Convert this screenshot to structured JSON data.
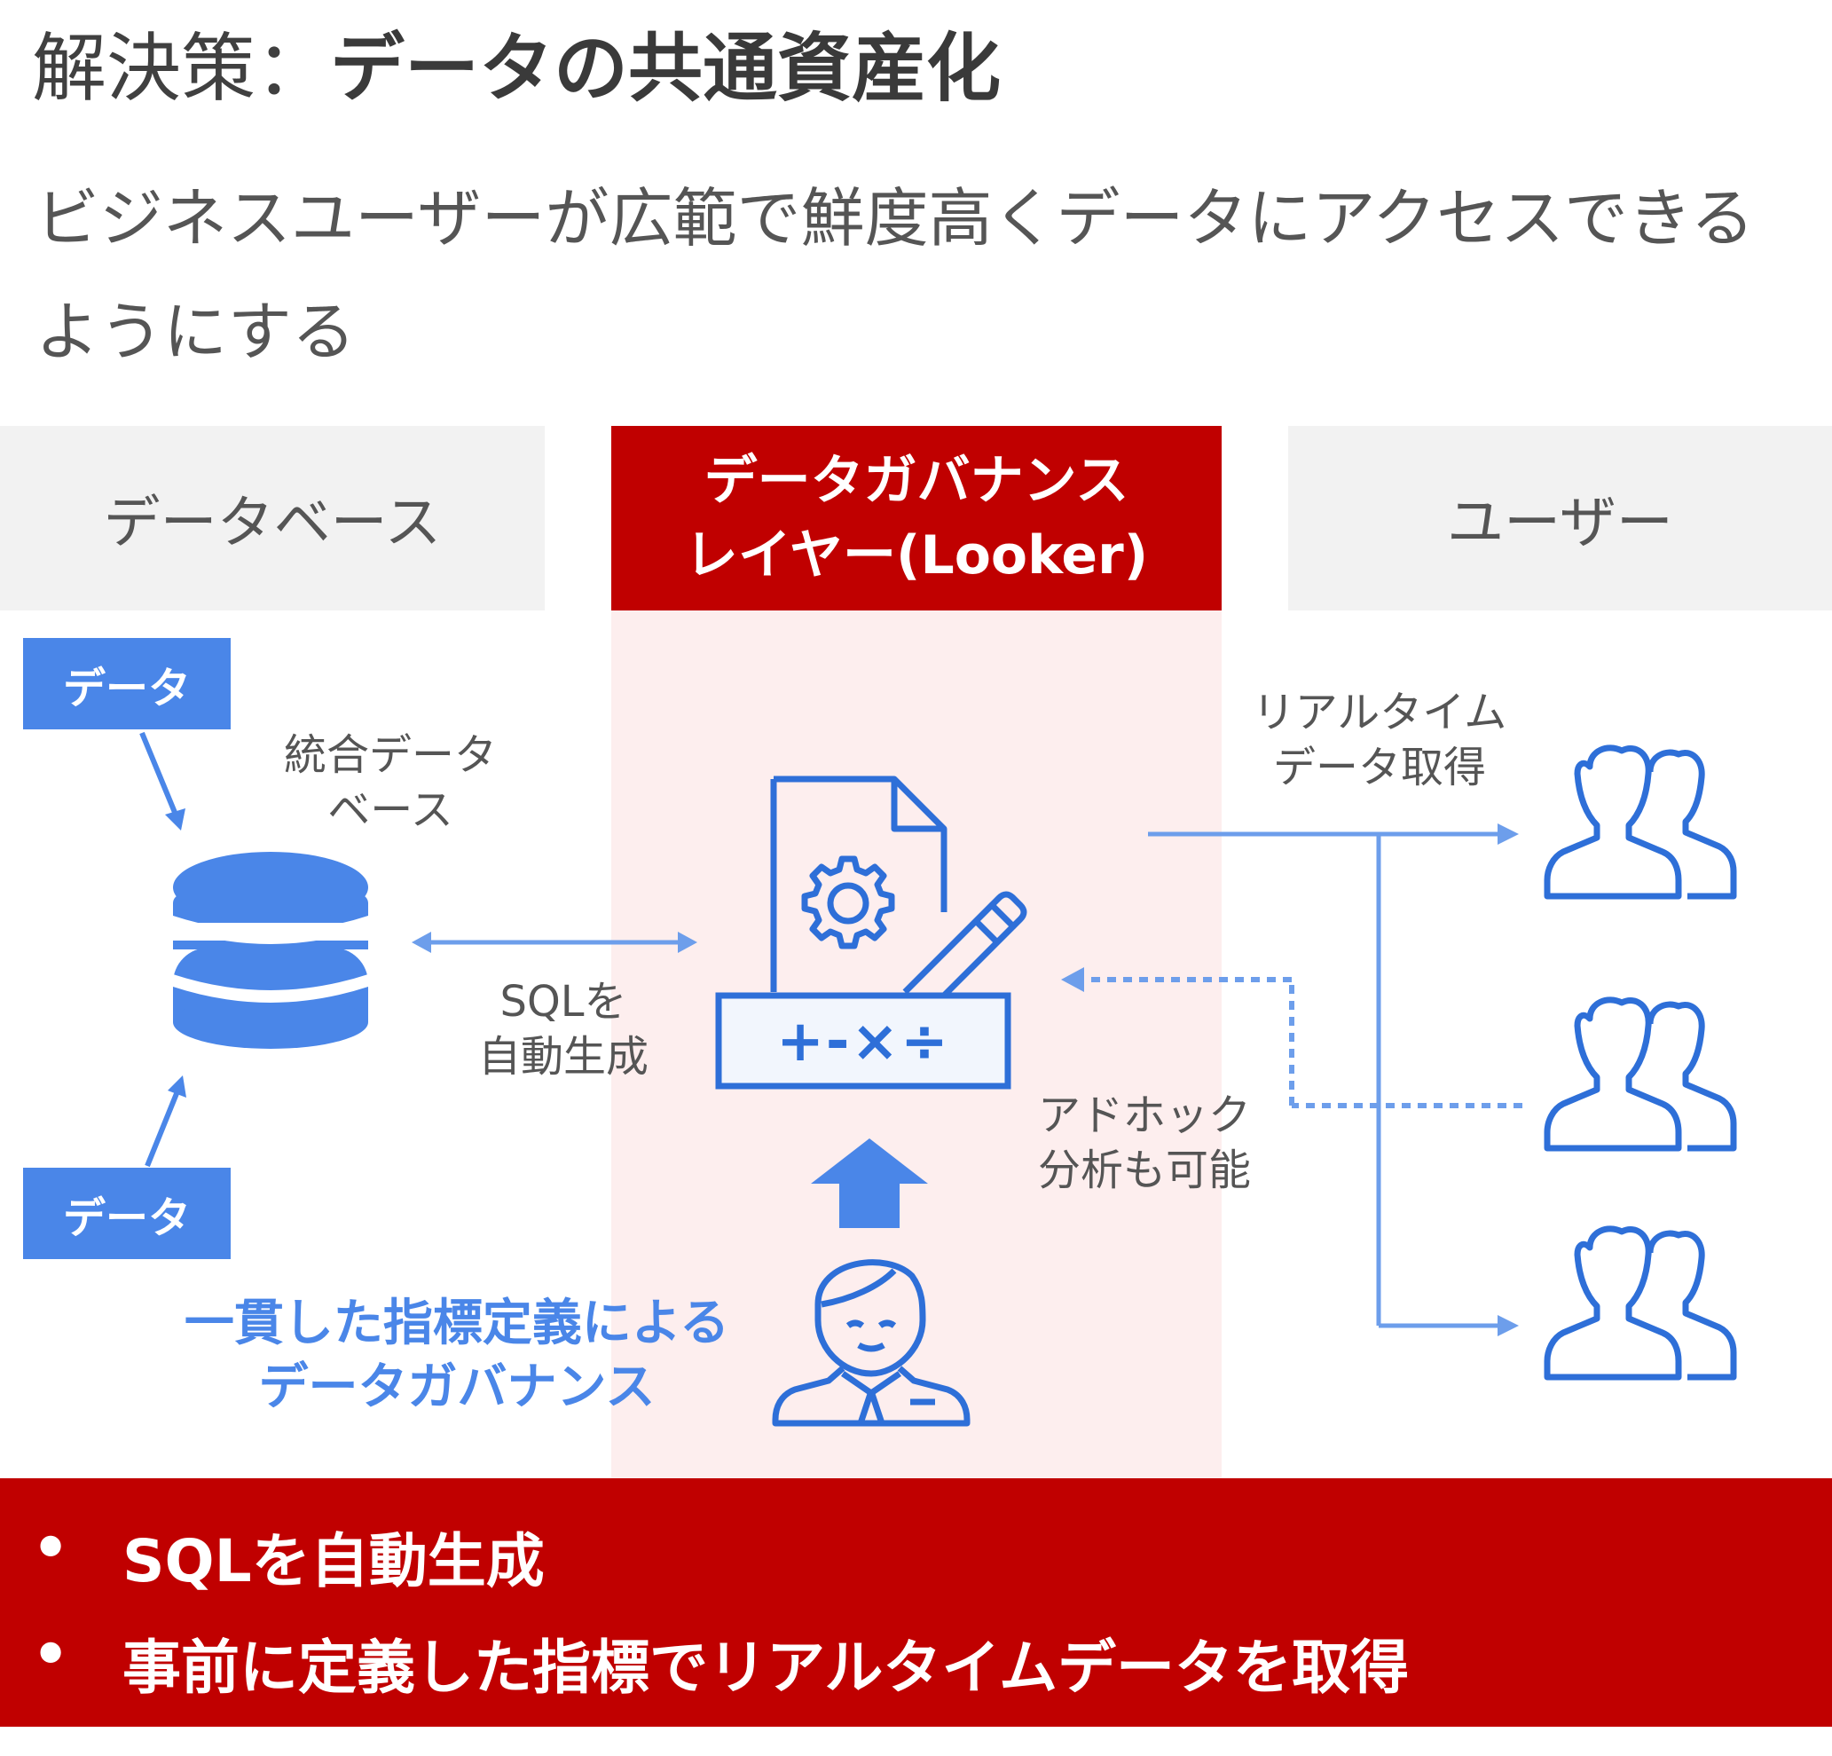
{
  "title": {
    "prefix": "解決策：",
    "emphasis": "データの共通資産化"
  },
  "subtitle": "ビジネスユーザーが広範で鮮度高くデータにアクセスできるようにする",
  "columns": {
    "database": "データベース",
    "governance_line1": "データガバナンス",
    "governance_line2": "レイヤー(Looker)",
    "users": "ユーザー"
  },
  "data_boxes": [
    "データ",
    "データ"
  ],
  "labels": {
    "integrated_db_line1": "統合データ",
    "integrated_db_line2": "ベース",
    "sql_line1": "SQLを",
    "sql_line2": "自動生成",
    "realtime_line1": "リアルタイム",
    "realtime_line2": "データ取得",
    "adhoc_line1": "アドホック",
    "adhoc_line2": "分析も可能",
    "governance_line1": "一貫した指標定義による",
    "governance_line2": "データガバナンス",
    "calc_symbols": "+-×÷"
  },
  "bullets": [
    "SQLを自動生成",
    "事前に定義した指標でリアルタイムデータを取得"
  ],
  "colors": {
    "accent_red": "#c00000",
    "accent_blue": "#4a86e8",
    "icon_blue": "#2e6fd8",
    "band_pink": "#fdeeee",
    "header_gray": "#f2f2f2"
  },
  "icons": [
    "database-icon",
    "document-gear-icon",
    "pencil-icon",
    "calculator-icon",
    "up-arrow-icon",
    "analyst-person-icon",
    "user-group-icon"
  ]
}
